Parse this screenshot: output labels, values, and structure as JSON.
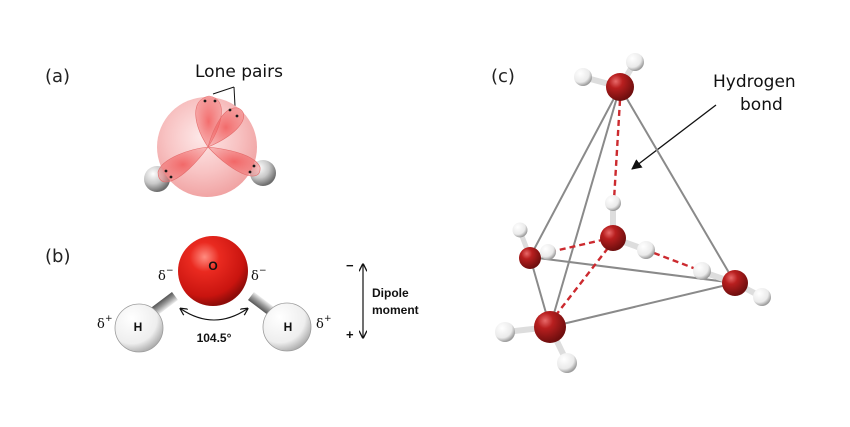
{
  "figure": {
    "panels": [
      {
        "id": "a",
        "label": "(a)",
        "title": "Lone pairs"
      },
      {
        "id": "b",
        "label": "(b)"
      },
      {
        "id": "c",
        "label": "(c)"
      }
    ],
    "panel_a": {
      "callout": "Lone pairs",
      "orbital_count": 4,
      "lone_pair_count": 2
    },
    "panel_b": {
      "oxygen_symbol": "O",
      "hydrogen_symbol": "H",
      "delta": "δ",
      "minus": "−",
      "plus": "+",
      "bond_angle": "104.5°",
      "dipole": {
        "neg_sign": "−",
        "pos_sign": "+",
        "label_line1": "Dipole",
        "label_line2": "moment"
      }
    },
    "panel_c": {
      "callout_line1": "Hydrogen",
      "callout_line2": "bond",
      "molecule_count": 5,
      "hydrogen_bond_count": 4
    },
    "colors": {
      "oxygen": "#d0201c",
      "oxygen_c": "#a8181a",
      "hydrogen": "#f2f2f2",
      "electron_cloud": "#f3a3a3",
      "hydrogen_bond": "#cc2a2f",
      "tetrahedron_edge": "#8a8a8a"
    }
  }
}
